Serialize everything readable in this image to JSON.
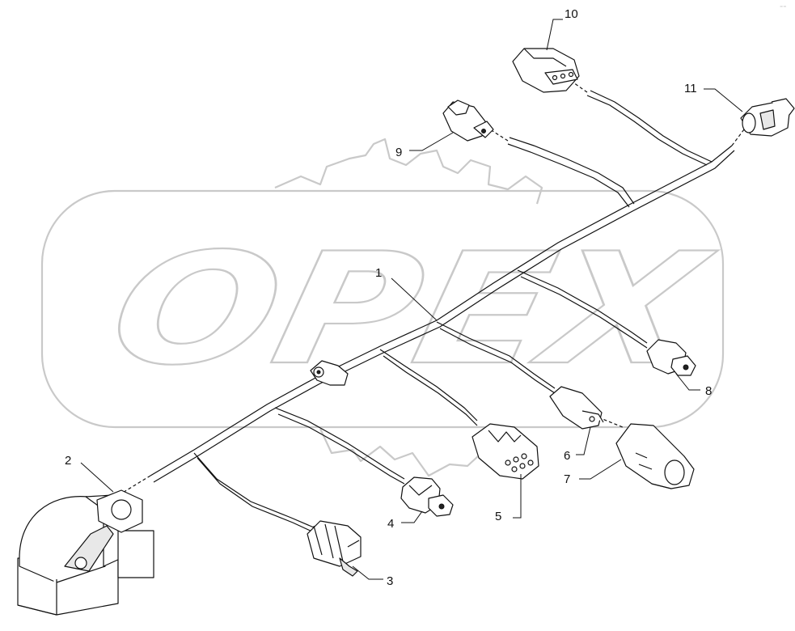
{
  "watermark": {
    "text": "OPEX"
  },
  "corner_mark": "⁻⁻",
  "callouts": {
    "c1": "1",
    "c2": "2",
    "c3": "3",
    "c4": "4",
    "c5": "5",
    "c6": "6",
    "c7": "7",
    "c8": "8",
    "c9": "9",
    "c10": "10",
    "c11": "11"
  }
}
